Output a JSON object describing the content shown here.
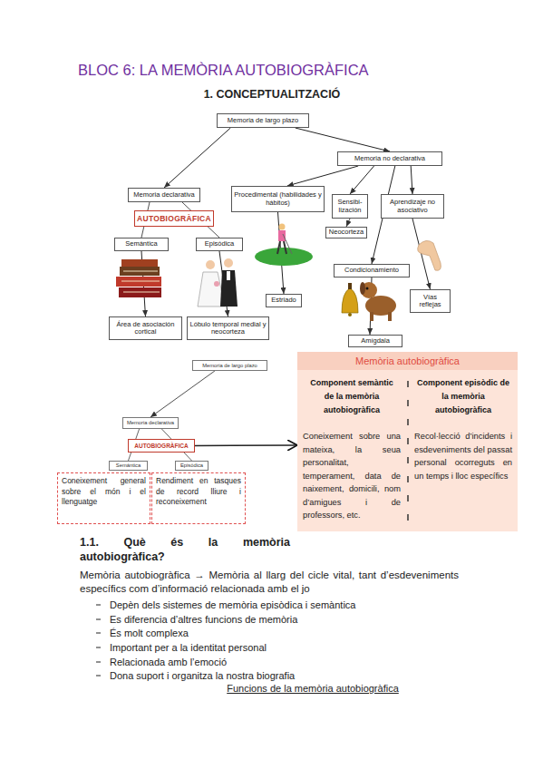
{
  "diagram": {
    "title": "BLOC 6: LA MEMÒRIA AUTOBIOGRÀFICA",
    "nodes": [
      {
        "text": [
          "Memoria de largo plazo"
        ]
      },
      {
        "text": [
          "Memoria no declarativa"
        ]
      },
      {
        "text": [
          "Memoria declarativa"
        ]
      },
      {
        "text": [
          "Procedimental (habilidades y hábitos)"
        ]
      },
      {
        "text": [
          "Sensibi- lización"
        ]
      },
      {
        "text": [
          "Aprendizaje no asociativo"
        ]
      },
      {
        "text": [
          "AUTOBIOGRÀFICA"
        ]
      },
      {
        "text": [
          "Semántica"
        ]
      },
      {
        "text": [
          "Episódica"
        ]
      },
      {
        "text": [
          "Neocorteza"
        ]
      },
      {
        "text": [
          "Condicionamiento"
        ]
      },
      {
        "text": [
          "Estriado"
        ]
      },
      {
        "text": [
          "Vías reflejas"
        ]
      },
      {
        "text": [
          "Área de asociación cortical"
        ]
      },
      {
        "text": [
          "Lóbulo temporal medial y neocorteza"
        ]
      },
      {
        "text": [
          "Amígdala"
        ]
      },
      {
        "text": [
          "Memoria de largo plazo"
        ]
      },
      {
        "text": [
          "Memoria declarativa"
        ]
      },
      {
        "text": [
          "AUTOBIOGRÀFICA"
        ]
      },
      {
        "text": [
          "Semántica"
        ]
      },
      {
        "text": [
          "Episódica"
        ]
      },
      {
        "text": [
          "Coneixement general sobre el món i el llenguatge"
        ]
      },
      {
        "text": [
          "Rendiment en tasques de record lliure i reconeixement"
        ]
      },
      {
        "text": [
          "Memòria autobiogràfica",
          "Component semàntic de la memòria autobiogràfica",
          "Coneixement sobre una mateixa, la seua personalitat, temperament, data de naixement, domicili, nom d’amigues i de professors, etc.",
          "Component episòdic de la memòria autobiogràfica",
          "Recol·lecció d’incidents i esdeveniments del passat personal ocorreguts en un temps i lloc específics"
        ]
      }
    ],
    "edges": [
      {
        "from": 0,
        "to": 2,
        "arrow": "to"
      },
      {
        "from": 0,
        "to": 1,
        "arrow": "to"
      },
      {
        "from": 1,
        "to": 3,
        "arrow": "to"
      },
      {
        "from": 1,
        "to": 4,
        "arrow": "to"
      },
      {
        "from": 1,
        "to": 5,
        "arrow": "to"
      },
      {
        "from": 1,
        "to": 10,
        "arrow": "to"
      },
      {
        "from": 2,
        "to": 7,
        "arrow": "none"
      },
      {
        "from": 2,
        "to": 8,
        "arrow": "none"
      },
      {
        "from": 4,
        "to": 9,
        "arrow": "to"
      },
      {
        "from": 3,
        "to": 11,
        "arrow": "to"
      },
      {
        "from": 5,
        "to": 12,
        "arrow": "to"
      },
      {
        "from": 10,
        "to": 15,
        "arrow": "to"
      },
      {
        "from": 7,
        "to": 13,
        "arrow": "to"
      },
      {
        "from": 8,
        "to": 14,
        "arrow": "to"
      },
      {
        "from": 16,
        "to": 17,
        "arrow": "to"
      },
      {
        "from": 17,
        "to": 19,
        "arrow": "none"
      },
      {
        "from": 17,
        "to": 20,
        "arrow": "none"
      },
      {
        "from": 18,
        "to": 23,
        "arrow": "to"
      }
    ],
    "labels": [
      "1. CONCEPTUALITZACIÓ",
      "1.1. Què és la memòria autobiogràfica?",
      "Memòria autobiogràfica → Memòria al llarg del cicle vital, tant d’esdeveniments específics com d’informació relacionada amb el jo",
      "Depèn dels sistemes de memòria episòdica i semàntica",
      "Es diferencia d’altres funcions de memòria",
      "És molt complexa",
      "Important per a la identitat personal",
      "Relacionada amb l’emoció",
      "Dona suport i organitza la nostra biografia",
      "Funcions de la memòria autobiogràfica"
    ]
  }
}
